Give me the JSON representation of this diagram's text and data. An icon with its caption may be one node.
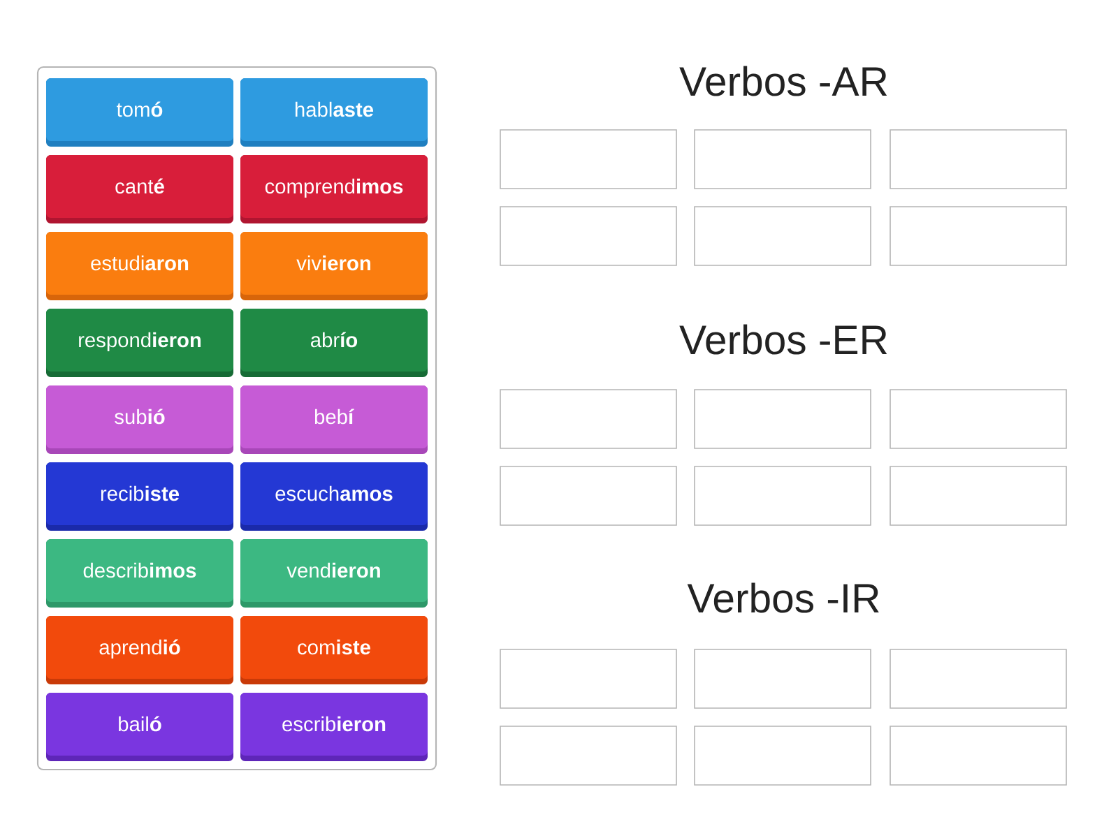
{
  "diagram": {
    "nodes": [
      {
        "text": [],
        "shape": "box"
      },
      {
        "text": [
          "tom**ó**"
        ],
        "in": 0
      },
      {
        "text": [
          "habl**aste**"
        ],
        "in": 0
      },
      {
        "text": [
          "cant**é**"
        ],
        "in": 0
      },
      {
        "text": [
          "comprend**imos**"
        ],
        "in": 0
      },
      {
        "text": [
          "estudi**aron**"
        ],
        "in": 0
      },
      {
        "text": [
          "viv**ieron**"
        ],
        "in": 0
      },
      {
        "text": [
          "respond**ieron**"
        ],
        "in": 0
      },
      {
        "text": [
          "abr**ío**"
        ],
        "in": 0
      },
      {
        "text": [
          "sub**ió**"
        ],
        "in": 0
      },
      {
        "text": [
          "beb**í**"
        ],
        "in": 0
      },
      {
        "text": [
          "recib**iste**"
        ],
        "in": 0
      },
      {
        "text": [
          "escuch**amos**"
        ],
        "in": 0
      },
      {
        "text": [
          "describ**imos**"
        ],
        "in": 0
      },
      {
        "text": [
          "vend**ieron**"
        ],
        "in": 0
      },
      {
        "text": [
          "aprend**ió**"
        ],
        "in": 0
      },
      {
        "text": [
          "com**iste**"
        ],
        "in": 0
      },
      {
        "text": [
          "bail**ó**"
        ],
        "in": 0
      },
      {
        "text": [
          "escrib**ieron**"
        ],
        "in": 0
      },
      {
        "text": [],
        "shape": "box"
      },
      {
        "text": [],
        "shape": "box"
      },
      {
        "text": [],
        "shape": "box"
      },
      {
        "text": [],
        "shape": "box"
      },
      {
        "text": [],
        "shape": "box"
      },
      {
        "text": [],
        "shape": "box"
      },
      {
        "text": [],
        "shape": "box"
      },
      {
        "text": [],
        "shape": "box"
      },
      {
        "text": [],
        "shape": "box"
      },
      {
        "text": [],
        "shape": "box"
      },
      {
        "text": [],
        "shape": "box"
      },
      {
        "text": [],
        "shape": "box"
      },
      {
        "text": [],
        "shape": "box"
      },
      {
        "text": [],
        "shape": "box"
      },
      {
        "text": [],
        "shape": "box"
      },
      {
        "text": [],
        "shape": "box"
      },
      {
        "text": [],
        "shape": "box"
      },
      {
        "text": [],
        "shape": "box"
      }
    ],
    "labels": [
      "Verbos -AR",
      "Verbos -ER",
      "Verbos -IR"
    ]
  }
}
